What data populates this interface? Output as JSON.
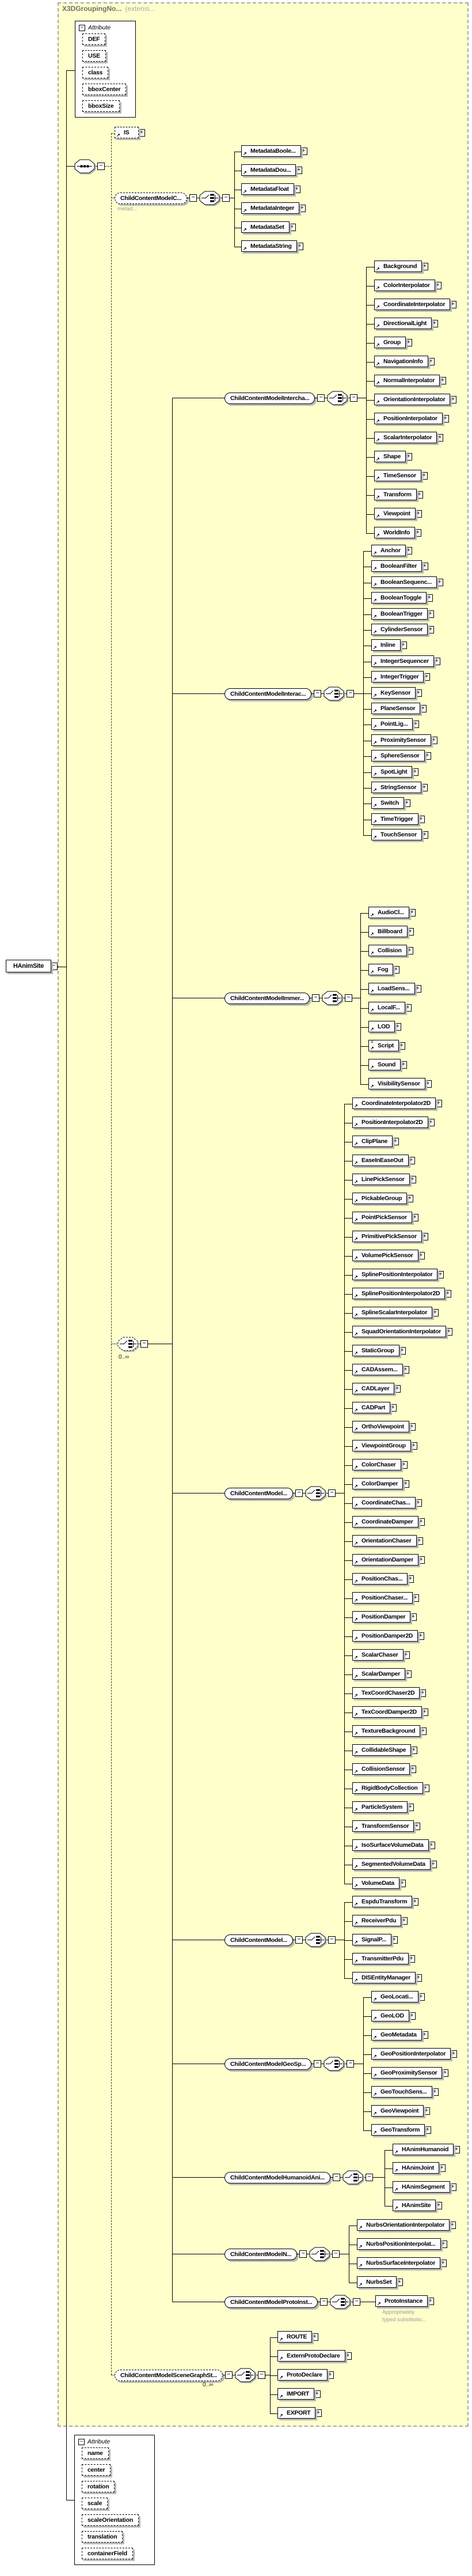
{
  "colors": {
    "base_type_fill": "#FFFFCC",
    "shadow": "#b8b8b8",
    "annotation_text": "#9b9b9b",
    "title_text": "#6f6f6f"
  },
  "icons": {
    "reference_arrow": "↗",
    "expand": "+",
    "collapse": "−",
    "script_doc": "≡",
    "sequence": "sequence-compositor",
    "choice": "choice-compositor"
  },
  "diagram": {
    "root": {
      "label": "HAnimSite"
    },
    "base_type": {
      "title": "X3DGroupingNo...",
      "subtitle": "(extensi..."
    },
    "attributes_top": {
      "header": "Attribute",
      "items": [
        "DEF",
        "USE",
        "class",
        "bboxCenter",
        "bboxSize"
      ]
    },
    "attributes_bottom": {
      "header": "Attribute",
      "items": [
        "name",
        "center",
        "rotation",
        "scale",
        "scaleOrientation",
        "translation",
        "containerField"
      ]
    },
    "content": {
      "is": {
        "label": "IS"
      },
      "core": {
        "label": "ChildContentModelC...",
        "annotation": "metad...",
        "children": [
          "MetadataBoole...",
          "MetadataDou...",
          "MetadataFloat",
          "MetadataInteger",
          "MetadataSet",
          "MetadataString"
        ]
      },
      "choice_occurrence": "0..∞",
      "groups": [
        {
          "label": "ChildContentModelIntercha...",
          "children": [
            "Background",
            "ColorInterpolator",
            "CoordinateInterpolator",
            "DirectionalLight",
            "Group",
            "NavigationInfo",
            "NormalInterpolator",
            "OrientationInterpolator",
            "PositionInterpolator",
            "ScalarInterpolator",
            "Shape",
            "TimeSensor",
            "Transform",
            "Viewpoint",
            "WorldInfo"
          ]
        },
        {
          "label": "ChildContentModelInterac...",
          "children": [
            "Anchor",
            "BooleanFilter",
            "BooleanSequenc...",
            "BooleanToggle",
            "BooleanTrigger",
            "CylinderSensor",
            "Inline",
            "IntegerSequencer",
            "IntegerTrigger",
            "KeySensor",
            "PlaneSensor",
            "PointLig...",
            "ProximitySensor",
            "SphereSensor",
            "SpotLight",
            "StringSensor",
            "Switch",
            "TimeTrigger",
            "TouchSensor"
          ]
        },
        {
          "label": "ChildContentModelImmer...",
          "children": [
            "AudioCl...",
            "Billboard",
            "Collision",
            "Fog",
            "LoadSens...",
            "LocalF...",
            "LOD",
            {
              "label": "Script",
              "doc_icon": true
            },
            "Sound",
            "VisibilitySensor"
          ]
        },
        {
          "label": "ChildContentModel...",
          "children": [
            "CoordinateInterpolator2D",
            "PositionInterpolator2D",
            "ClipPlane",
            "EaseInEaseOut",
            "LinePickSensor",
            "PickableGroup",
            "PointPickSensor",
            "PrimitivePickSensor",
            "VolumePickSensor",
            "SplinePositionInterpolator",
            "SplinePositionInterpolator2D",
            "SplineScalarInterpolator",
            "SquadOrientationInterpolator",
            "StaticGroup",
            "CADAssem...",
            "CADLayer",
            "CADPart",
            "OrthoViewpoint",
            "ViewpointGroup",
            "ColorChaser",
            "ColorDamper",
            "CoordinateChas...",
            "CoordinateDamper",
            "OrientationChaser",
            "OrientationDamper",
            "PositionChas...",
            "PositionChaser...",
            "PositionDamper",
            "PositionDamper2D",
            "ScalarChaser",
            "ScalarDamper",
            "TexCoordChaser2D",
            "TexCoordDamper2D",
            "TextureBackground",
            "CollidableShape",
            "CollisionSensor",
            "RigidBodyCollection",
            "ParticleSystem",
            "TransformSensor",
            "IsoSurfaceVolumeData",
            "SegmentedVolumeData",
            "VolumeData"
          ]
        },
        {
          "label": "ChildContentModel...",
          "children": [
            "EspduTransform",
            "ReceiverPdu",
            "SignalP...",
            "TransmitterPdu",
            "DISEntityManager"
          ]
        },
        {
          "label": "ChildContentModelGeoSp...",
          "children": [
            "GeoLocati...",
            "GeoLOD",
            "GeoMetadata",
            "GeoPositionInterpolator",
            "GeoProximitySensor",
            "GeoTouchSens...",
            "GeoViewpoint",
            "GeoTransform"
          ]
        },
        {
          "label": "ChildContentModelHumanoidAni...",
          "children": [
            "HAnimHumanoid",
            "HAnimJoint",
            "HAnimSegment",
            "HAnimSite"
          ]
        },
        {
          "label": "ChildContentModelN...",
          "children": [
            "NurbsOrientationInterpolator",
            "NurbsPositionInterpolat...",
            "NurbsSurfaceInterpolator",
            "NurbsSet"
          ]
        },
        {
          "label": "ChildContentModelProtoInst...",
          "children": [
            {
              "label": "ProtoInstance",
              "annotation": [
                "Appropriately",
                "typed substitutio..."
              ]
            }
          ]
        }
      ],
      "scenegraph": {
        "label": "ChildContentModelSceneGraphSt...",
        "occurrence": "0..∞",
        "children": [
          "ROUTE",
          "ExternProtoDeclare",
          "ProtoDeclare",
          "IMPORT",
          "EXPORT"
        ]
      }
    }
  }
}
